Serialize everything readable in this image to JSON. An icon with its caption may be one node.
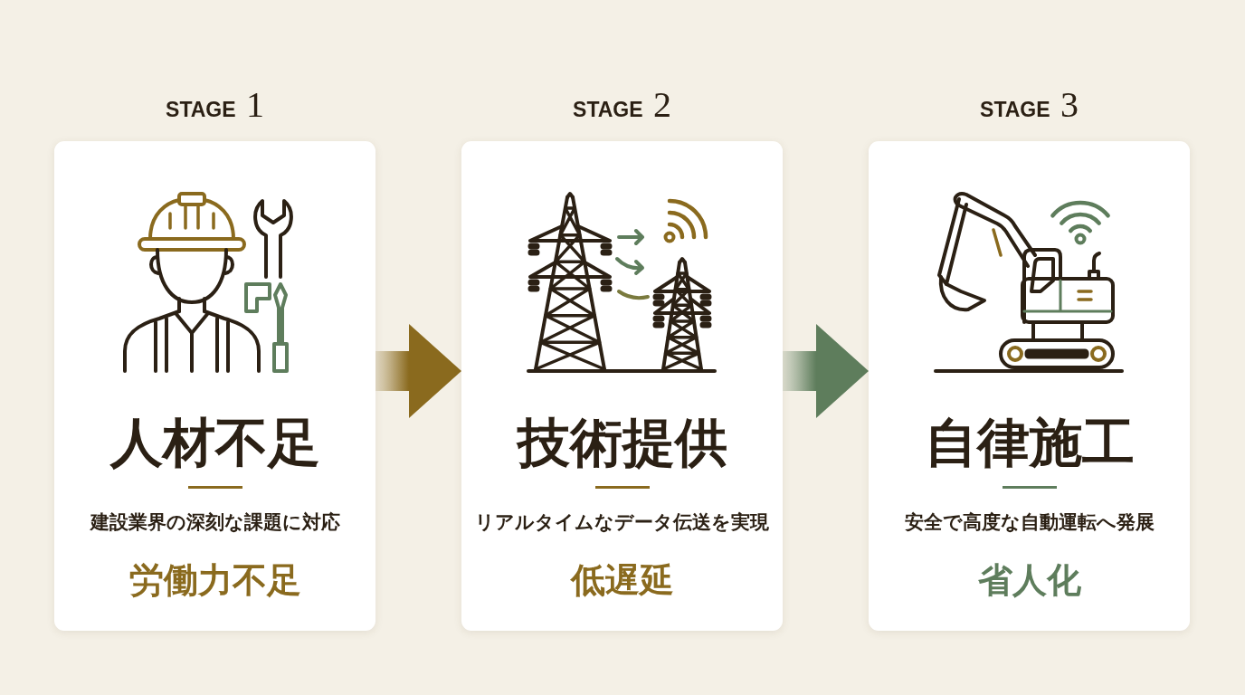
{
  "diagram": {
    "nodes": [
      {
        "text": [
          "STAGE 1",
          "人材不足",
          "建設業界の深刻な課題に対応",
          "労働力不足"
        ]
      },
      {
        "text": [
          "STAGE 2",
          "技術提供",
          "リアルタイムなデータ伝送を実現",
          "低遅延"
        ]
      },
      {
        "text": [
          "STAGE 3",
          "自律施工",
          "安全で高度な自動運転へ発展",
          "省人化"
        ]
      }
    ],
    "edges": [
      {
        "from": 0,
        "to": 1,
        "arrow": "to",
        "color": "#8a6a1e"
      },
      {
        "from": 1,
        "to": 2,
        "arrow": "to",
        "color": "#5e7d5c"
      }
    ]
  }
}
